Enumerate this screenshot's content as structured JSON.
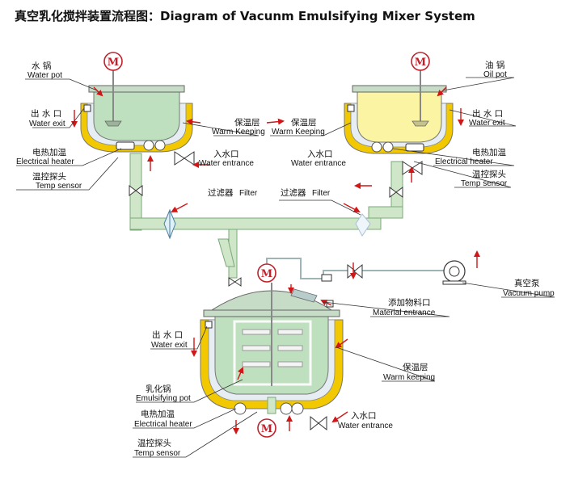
{
  "title": "真空乳化搅拌装置流程图：Diagram of Vacunm Emulsifying Mixer System",
  "motor_letter": "M",
  "labels": {
    "water_pot": {
      "zh": "水 锅",
      "en": "Water pot"
    },
    "water_exit_left": {
      "zh": "出 水 口",
      "en": "Water exit"
    },
    "heater_left": {
      "zh": "电热加温",
      "en": "Electrical heater"
    },
    "sensor_left": {
      "zh": "温控探头",
      "en": "Temp sensor"
    },
    "warm_left": {
      "zh": "保温层",
      "en": "Warm Keeping"
    },
    "water_in_left": {
      "zh": "入水口",
      "en": "Water entrance"
    },
    "filter_left": {
      "zh": "过滤器",
      "en": "Filter"
    },
    "warm_right": {
      "zh": "保温层",
      "en": "Warm Keeping"
    },
    "water_in_right": {
      "zh": "入水口",
      "en": "Water entrance"
    },
    "filter_right": {
      "zh": "过滤器",
      "en": "Filter"
    },
    "oil_pot": {
      "zh": "油 锅",
      "en": "Oil pot"
    },
    "water_exit_right": {
      "zh": "出 水 口",
      "en": "Water exit"
    },
    "heater_right": {
      "zh": "电热加温",
      "en": "Electrical heater"
    },
    "sensor_right": {
      "zh": "温控探头",
      "en": "Temp sensor"
    },
    "vacuum_pump": {
      "zh": "真空泵",
      "en": "Vacuum pump"
    },
    "material_entrance": {
      "zh": "添加物料口",
      "en": "Material entrance"
    },
    "water_exit_bottom": {
      "zh": "出 水 口",
      "en": "Water exit"
    },
    "warm_bottom": {
      "zh": "保温层",
      "en": "Warm keeping"
    },
    "emulsifying_pot": {
      "zh": "乳化锅",
      "en": "Emulsifying pot"
    },
    "heater_bottom": {
      "zh": "电热加温",
      "en": "Electrical heater"
    },
    "water_in_bottom": {
      "zh": "入水口",
      "en": "Water entrance"
    },
    "sensor_bottom": {
      "zh": "温控探头",
      "en": "Temp sensor"
    }
  },
  "colors": {
    "jacket": "#f2c800",
    "water_pot": "#bfe0bf",
    "oil_pot": "#fbf5a3",
    "arrow": "#d01616",
    "motor": "#c0202a"
  }
}
